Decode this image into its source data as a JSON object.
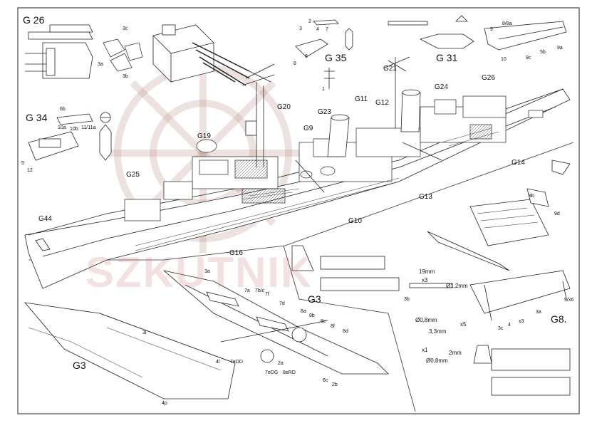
{
  "sections": {
    "g26": "G 26",
    "g34": "G 34",
    "g35": "G 35",
    "g31": "G 31",
    "g3_main": "G3",
    "g3_detail": "G3",
    "g8": "G8."
  },
  "callouts": {
    "g20": "G20",
    "g19": "G19",
    "g25": "G25",
    "g44": "G44",
    "g23": "G23",
    "g9": "G9",
    "g11": "G11",
    "g12": "G12",
    "g21": "G21",
    "g24": "G24",
    "g26b": "G26",
    "g14": "G14",
    "g13": "G13",
    "g10": "G10",
    "g16": "G16"
  },
  "part_numbers": {
    "p3c": "3c",
    "p3a": "3a",
    "p3b": "3b",
    "p6b": "6b",
    "p10a": "10a",
    "p10b": "10b",
    "p11": "11/11a",
    "p_1": "1",
    "p_2": "2",
    "p_3": "3",
    "p_4": "4",
    "p_5": "5",
    "p_6": "6",
    "p_7": "7",
    "p_8": "8",
    "p_9": "9",
    "p_12": "12",
    "p8b": "8/8a",
    "p9a": "9a",
    "p10": "10",
    "p9c": "9c",
    "p5b": "5b",
    "p9b": "9b",
    "p9d": "9d",
    "p_3i": "3l",
    "p_4i": "4l",
    "p_4p": "4p",
    "p_3s": "3a",
    "p7a": "7a",
    "p7b": "7b/c",
    "p7f": "7f",
    "p7d": "7d",
    "p8a": "8a",
    "p8b2": "8b",
    "p8c": "8c",
    "p8f": "8f",
    "p8d": "8d",
    "p7e": "7eDD",
    "p7g": "7eDG",
    "p8e": "8eRD",
    "p2a": "2a",
    "p2b": "2b",
    "p6c": "6c",
    "p3e": "3c",
    "p3f": "3a",
    "p3g": "3b",
    "p9x": "9/x6",
    "px3": "x3",
    "p4a": "4"
  },
  "dimensions": {
    "d19": "19mm",
    "dx3": "x3",
    "d12": "Ø1,2mm",
    "d08": "Ø0,8mm",
    "dx5": "x5",
    "d33": "3,3mm",
    "dx1": "x1",
    "d2mm": "2mm",
    "d08b": "Ø0,8mm"
  },
  "watermark": "SZKUTNIK"
}
